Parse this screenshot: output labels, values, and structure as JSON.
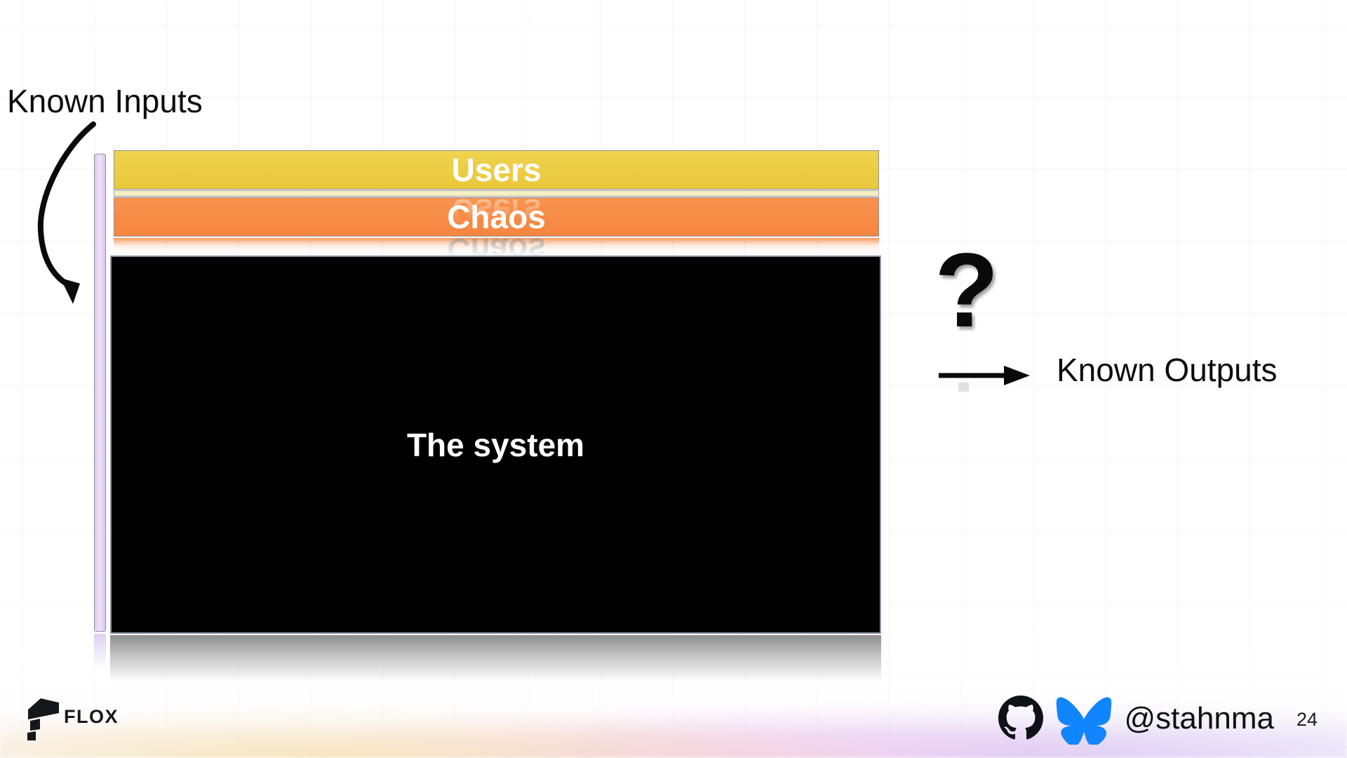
{
  "labels": {
    "known_inputs": "Known Inputs",
    "known_outputs": "Known Outputs",
    "question_mark": "?"
  },
  "diagram": {
    "users_bar": "Users",
    "chaos_bar": "Chaos",
    "system_box": "The system"
  },
  "footer": {
    "brand": "FLOX",
    "handle": "@stahnma",
    "page_number": "24"
  },
  "icons": {
    "curved_arrow": "curved-arrow-pointing-down-to-inputs-bar",
    "output_arrow": "arrow-pointing-right-to-known-outputs",
    "github": "github-octocat-logo",
    "bluesky": "bluesky-butterfly-logo",
    "flox": "flox-brand-mark"
  },
  "colors": {
    "users_bar": "#ECCB41",
    "chaos_bar": "#F78B44",
    "inputs_bar": "#E8DBF7",
    "system_box": "#000000",
    "bluesky_blue": "#1185FE",
    "text": "#0D0D0D",
    "bottom_glow_warm": "#F7E0B0",
    "bottom_glow_pink": "#F7CDEE",
    "bottom_glow_purple": "#D6C4F3"
  }
}
